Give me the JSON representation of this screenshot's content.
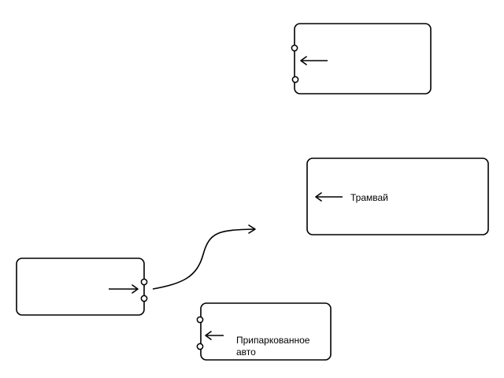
{
  "diagram": {
    "nodes": [
      {
        "id": "top-block",
        "label": ""
      },
      {
        "id": "tram-block",
        "label": "Трамвай"
      },
      {
        "id": "left-block",
        "label": ""
      },
      {
        "id": "parked-car-block",
        "label_line1": "Припаркованное",
        "label_line2": "авто"
      }
    ]
  }
}
